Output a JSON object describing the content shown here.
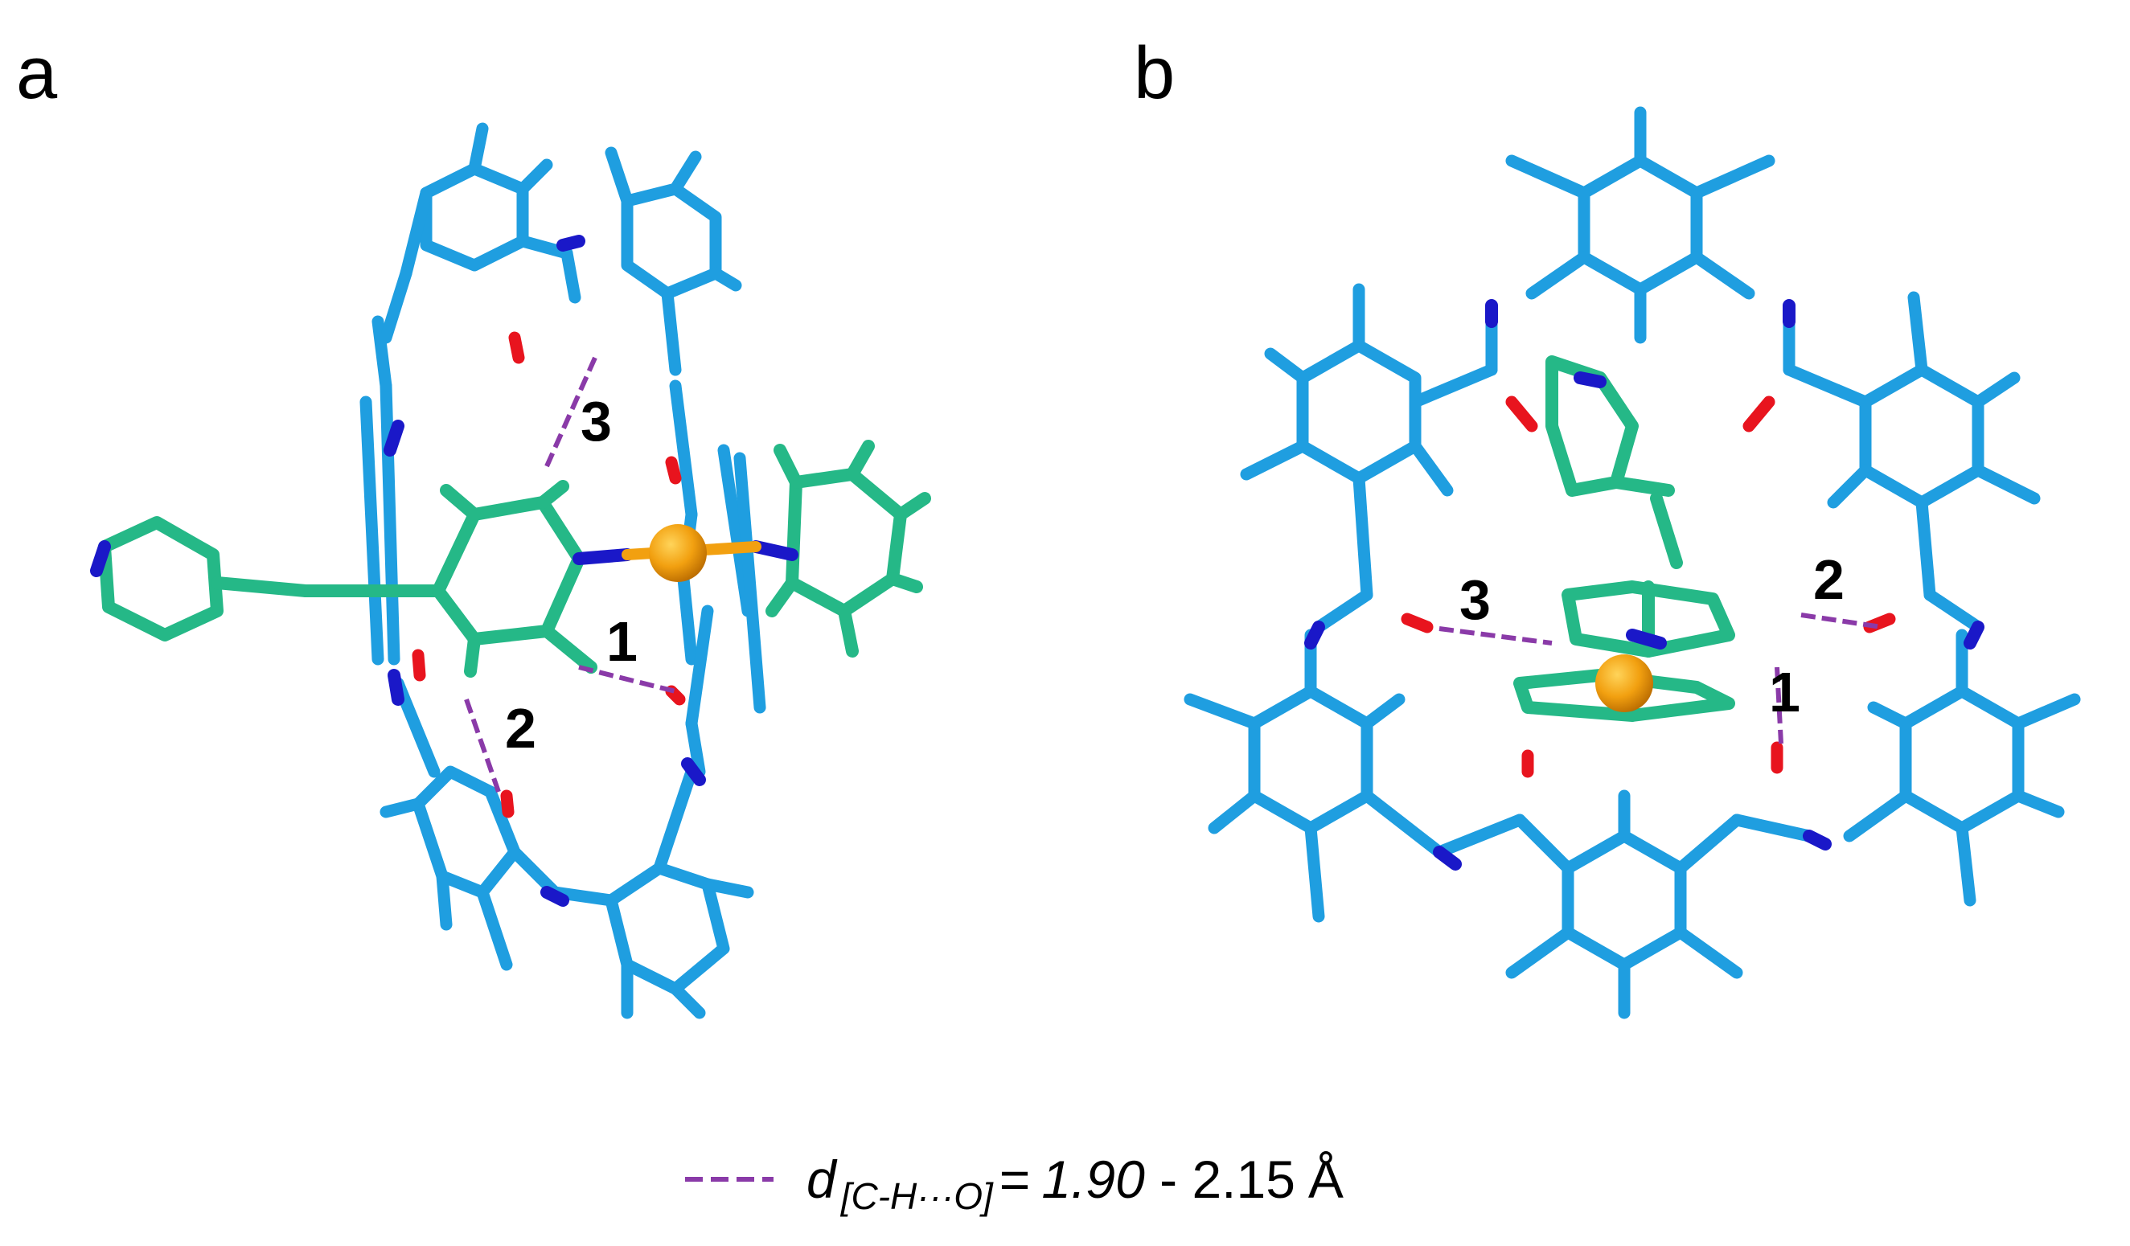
{
  "panels": [
    {
      "label": "a",
      "hbond_labels": [
        "3",
        "1",
        "2"
      ]
    },
    {
      "label": "b",
      "hbond_labels": [
        "3",
        "2",
        "1"
      ]
    }
  ],
  "legend": {
    "symbol": "d",
    "subscript": "[C-H···O]",
    "equals": "=",
    "value_low": "1.90",
    "separator": " - ",
    "value_high": "2.15",
    "unit": "Å"
  },
  "colors": {
    "macrocycle_carbon": "#1f9ee0",
    "guest_carbon": "#25b887",
    "nitrogen": "#1a18c8",
    "oxygen": "#e8141e",
    "hydrogen": "#ffffff",
    "metal": "#f2a010",
    "hbond": "#8a3aa8"
  }
}
